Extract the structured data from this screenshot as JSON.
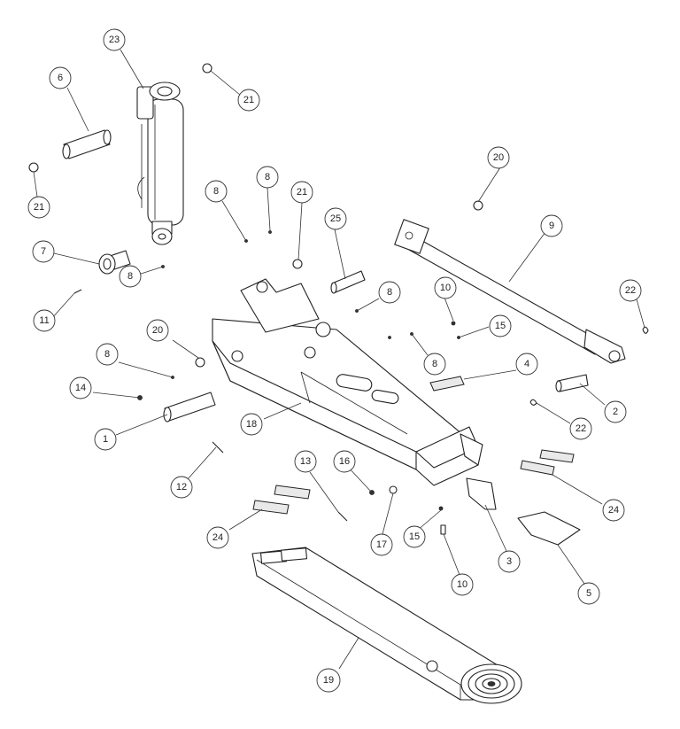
{
  "diagram": {
    "balloons": [
      {
        "id": "b23",
        "label": "23"
      },
      {
        "id": "b21a",
        "label": "21"
      },
      {
        "id": "b6",
        "label": "6"
      },
      {
        "id": "b21b",
        "label": "21"
      },
      {
        "id": "b20a",
        "label": "20"
      },
      {
        "id": "b8a",
        "label": "8"
      },
      {
        "id": "b8b",
        "label": "8"
      },
      {
        "id": "b21c",
        "label": "21"
      },
      {
        "id": "b25",
        "label": "25"
      },
      {
        "id": "b9",
        "label": "9"
      },
      {
        "id": "b7",
        "label": "7"
      },
      {
        "id": "b8c",
        "label": "8"
      },
      {
        "id": "b11",
        "label": "11"
      },
      {
        "id": "b8d",
        "label": "8"
      },
      {
        "id": "b10a",
        "label": "10"
      },
      {
        "id": "b22a",
        "label": "22"
      },
      {
        "id": "b20b",
        "label": "20"
      },
      {
        "id": "b15a",
        "label": "15"
      },
      {
        "id": "b8e",
        "label": "8"
      },
      {
        "id": "b8f",
        "label": "8"
      },
      {
        "id": "b4",
        "label": "4"
      },
      {
        "id": "b14",
        "label": "14"
      },
      {
        "id": "b2",
        "label": "2"
      },
      {
        "id": "b22b",
        "label": "22"
      },
      {
        "id": "b18",
        "label": "18"
      },
      {
        "id": "b1",
        "label": "1"
      },
      {
        "id": "b13",
        "label": "13"
      },
      {
        "id": "b16",
        "label": "16"
      },
      {
        "id": "b12",
        "label": "12"
      },
      {
        "id": "b24a",
        "label": "24"
      },
      {
        "id": "b24b",
        "label": "24"
      },
      {
        "id": "b17",
        "label": "17"
      },
      {
        "id": "b15b",
        "label": "15"
      },
      {
        "id": "b3",
        "label": "3"
      },
      {
        "id": "b5",
        "label": "5"
      },
      {
        "id": "b10b",
        "label": "10"
      },
      {
        "id": "b19",
        "label": "19"
      }
    ]
  }
}
